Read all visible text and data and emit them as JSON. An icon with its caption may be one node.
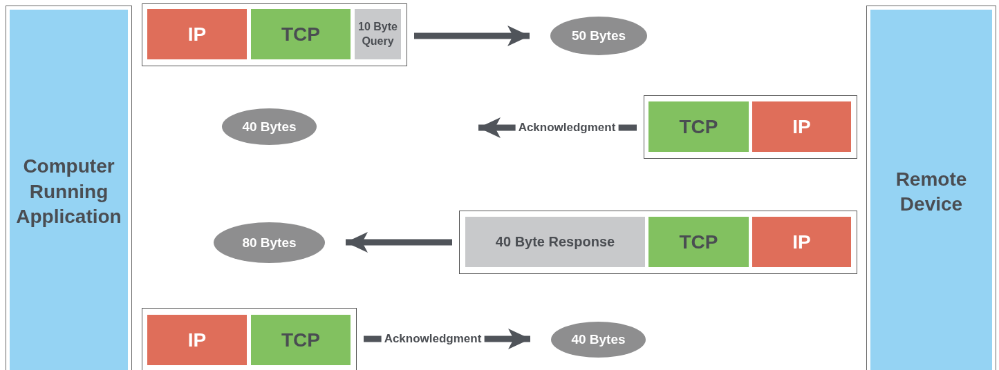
{
  "diagram": {
    "nodes": [
      {
        "text": [
          "Computer Running Application"
        ]
      },
      {
        "text": [
          "Remote Device"
        ]
      },
      {
        "text": [],
        "shape": "box"
      },
      {
        "text": [
          "IP"
        ],
        "in": 2
      },
      {
        "text": [
          "TCP"
        ],
        "in": 2
      },
      {
        "text": [
          "10 Byte Query"
        ],
        "in": 2
      },
      {
        "text": [
          "50 Bytes"
        ]
      },
      {
        "text": [
          "40 Bytes"
        ]
      },
      {
        "text": [],
        "shape": "box"
      },
      {
        "text": [
          "TCP"
        ],
        "in": 8
      },
      {
        "text": [
          "IP"
        ],
        "in": 8
      },
      {
        "text": [
          "80 Bytes"
        ]
      },
      {
        "text": [],
        "shape": "box"
      },
      {
        "text": [
          "40 Byte Response"
        ],
        "in": 12
      },
      {
        "text": [
          "TCP"
        ],
        "in": 12
      },
      {
        "text": [
          "IP"
        ],
        "in": 12
      },
      {
        "text": [],
        "shape": "box"
      },
      {
        "text": [
          "IP"
        ],
        "in": 16
      },
      {
        "text": [
          "TCP"
        ],
        "in": 16
      },
      {
        "text": [
          "40 Bytes"
        ]
      }
    ],
    "edges": [
      {
        "from": 2,
        "to": 6,
        "arrow": "to"
      },
      {
        "from": 8,
        "to": null,
        "arrow": "to",
        "label": "Acknowledgment"
      },
      {
        "from": 12,
        "to": 11,
        "arrow": "to"
      },
      {
        "from": 16,
        "to": 19,
        "arrow": "to",
        "label": "Acknowledgment"
      }
    ]
  }
}
